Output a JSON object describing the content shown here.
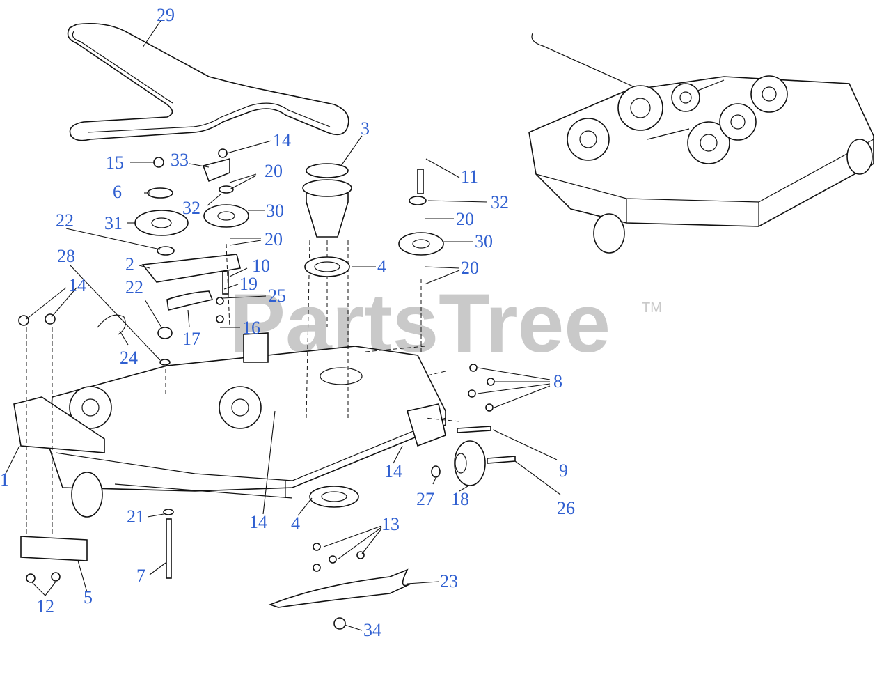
{
  "watermark": {
    "brand": "PartsTree",
    "trademark": "TM"
  },
  "callouts": [
    {
      "id": "c29a",
      "label": "29"
    },
    {
      "id": "c3",
      "label": "3"
    },
    {
      "id": "c14a",
      "label": "14"
    },
    {
      "id": "c15",
      "label": "15"
    },
    {
      "id": "c33",
      "label": "33"
    },
    {
      "id": "c20a",
      "label": "20"
    },
    {
      "id": "c6",
      "label": "6"
    },
    {
      "id": "c32a",
      "label": "32"
    },
    {
      "id": "c30a",
      "label": "30"
    },
    {
      "id": "c11",
      "label": "11"
    },
    {
      "id": "c32b",
      "label": "32"
    },
    {
      "id": "c22a",
      "label": "22"
    },
    {
      "id": "c31",
      "label": "31"
    },
    {
      "id": "c20b",
      "label": "20"
    },
    {
      "id": "c20c",
      "label": "20"
    },
    {
      "id": "c30b",
      "label": "30"
    },
    {
      "id": "c28",
      "label": "28"
    },
    {
      "id": "c2",
      "label": "2"
    },
    {
      "id": "c10",
      "label": "10"
    },
    {
      "id": "c4a",
      "label": "4"
    },
    {
      "id": "c20d",
      "label": "20"
    },
    {
      "id": "c14b",
      "label": "14"
    },
    {
      "id": "c22b",
      "label": "22"
    },
    {
      "id": "c19",
      "label": "19"
    },
    {
      "id": "c25",
      "label": "25"
    },
    {
      "id": "c16",
      "label": "16"
    },
    {
      "id": "c17",
      "label": "17"
    },
    {
      "id": "c24",
      "label": "24"
    },
    {
      "id": "c8",
      "label": "8"
    },
    {
      "id": "c9",
      "label": "9"
    },
    {
      "id": "c1",
      "label": "1"
    },
    {
      "id": "c14c",
      "label": "14"
    },
    {
      "id": "c27",
      "label": "27"
    },
    {
      "id": "c18",
      "label": "18"
    },
    {
      "id": "c26",
      "label": "26"
    },
    {
      "id": "c21",
      "label": "21"
    },
    {
      "id": "c14d",
      "label": "14"
    },
    {
      "id": "c4b",
      "label": "4"
    },
    {
      "id": "c13",
      "label": "13"
    },
    {
      "id": "c7",
      "label": "7"
    },
    {
      "id": "c5",
      "label": "5"
    },
    {
      "id": "c12",
      "label": "12"
    },
    {
      "id": "c23",
      "label": "23"
    },
    {
      "id": "c34",
      "label": "34"
    }
  ]
}
